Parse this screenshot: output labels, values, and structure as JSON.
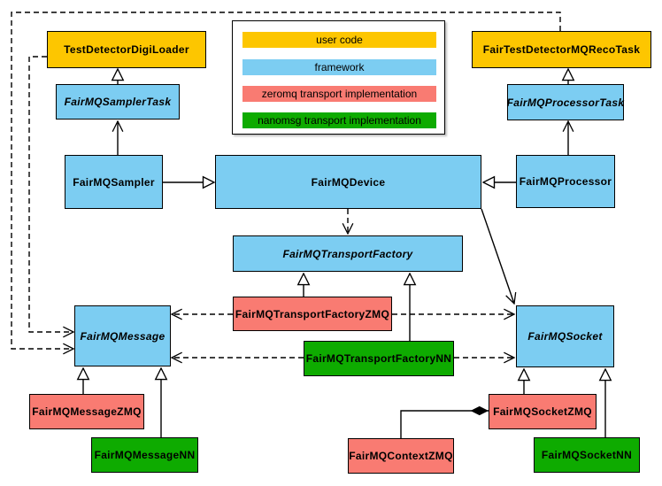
{
  "palette": {
    "user_code": "#FDC600",
    "framework": "#7CCDF2",
    "zeromq": "#F97B72",
    "nanomsg": "#0EAB00"
  },
  "legend": {
    "items": [
      {
        "label": "user code",
        "category": "user_code"
      },
      {
        "label": "framework",
        "category": "framework"
      },
      {
        "label": "zeromq transport implementation",
        "category": "zeromq"
      },
      {
        "label": "nanomsg transport implementation",
        "category": "nanomsg"
      }
    ]
  },
  "nodes": {
    "digiloader": {
      "label": "TestDetectorDigiLoader",
      "category": "user_code",
      "abstract": false
    },
    "recotask": {
      "label": "FairTestDetectorMQRecoTask",
      "category": "user_code",
      "abstract": false
    },
    "samplertask": {
      "label": "FairMQSamplerTask",
      "category": "framework",
      "abstract": true
    },
    "processortask": {
      "label": "FairMQProcessorTask",
      "category": "framework",
      "abstract": true
    },
    "sampler": {
      "label": "FairMQSampler",
      "category": "framework",
      "abstract": false
    },
    "device": {
      "label": "FairMQDevice",
      "category": "framework",
      "abstract": false
    },
    "processor": {
      "label": "FairMQProcessor",
      "category": "framework",
      "abstract": false
    },
    "transportfactory": {
      "label": "FairMQTransportFactory",
      "category": "framework",
      "abstract": true
    },
    "tfzmq": {
      "label": "FairMQTransportFactoryZMQ",
      "category": "zeromq",
      "abstract": false
    },
    "tfnn": {
      "label": "FairMQTransportFactoryNN",
      "category": "nanomsg",
      "abstract": false
    },
    "message": {
      "label": "FairMQMessage",
      "category": "framework",
      "abstract": true
    },
    "socket": {
      "label": "FairMQSocket",
      "category": "framework",
      "abstract": true
    },
    "messagezmq": {
      "label": "FairMQMessageZMQ",
      "category": "zeromq",
      "abstract": false
    },
    "messagenn": {
      "label": "FairMQMessageNN",
      "category": "nanomsg",
      "abstract": false
    },
    "socketzmq": {
      "label": "FairMQSocketZMQ",
      "category": "zeromq",
      "abstract": false
    },
    "socketnn": {
      "label": "FairMQSocketNN",
      "category": "nanomsg",
      "abstract": false
    },
    "contextzmq": {
      "label": "FairMQContextZMQ",
      "category": "zeromq",
      "abstract": false
    }
  }
}
